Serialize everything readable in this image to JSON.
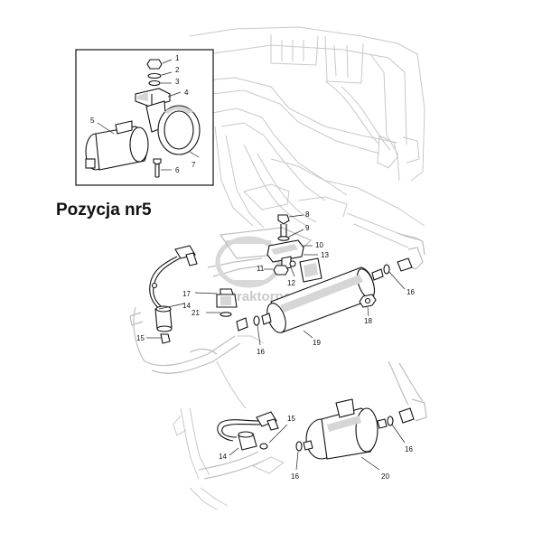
{
  "caption": "Pozycja nr5",
  "watermark": "traktorparts.pl",
  "callouts": {
    "c1": "1",
    "c2": "2",
    "c3": "3",
    "c4": "4",
    "c5": "5",
    "c6": "6",
    "c7": "7",
    "c8": "8",
    "c9": "9",
    "c10": "10",
    "c11": "11",
    "c12": "12",
    "c13": "13",
    "c14a": "14",
    "c15a": "15",
    "c16a": "16",
    "c16b": "16",
    "c17": "17",
    "c18": "18",
    "c19": "19",
    "c21": "21",
    "c15b": "15",
    "c14b": "14",
    "c16c": "16",
    "c16d": "16",
    "c20": "20"
  }
}
